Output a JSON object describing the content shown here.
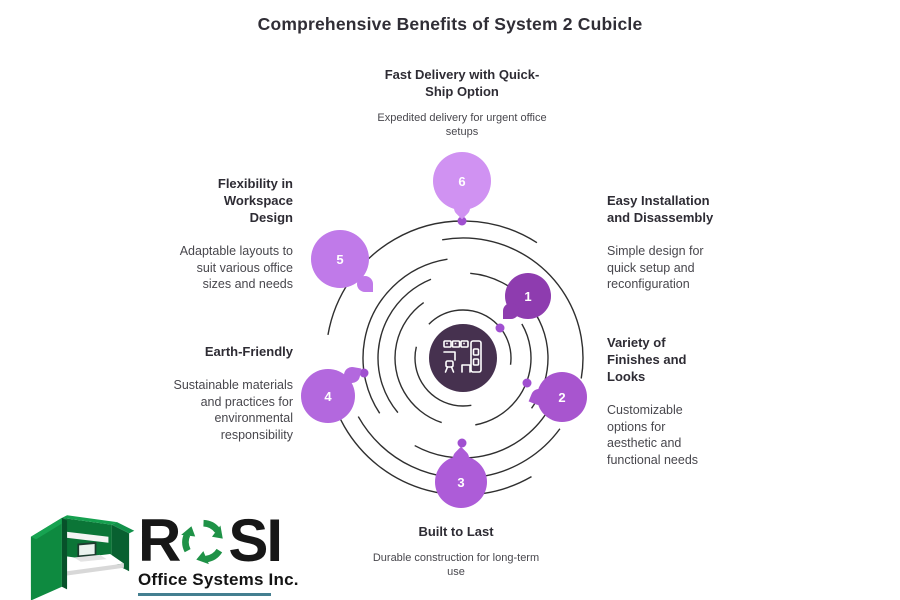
{
  "title": "Comprehensive Benefits of System 2 Cubicle",
  "diagram": {
    "center_icon": "cubicle-floorplan-icon",
    "arc_color": "#2f2f2f",
    "dot_color": "#a04fd0",
    "center_color": "#46314f",
    "nodes": [
      {
        "number": "1",
        "heading": "Easy Installation and Disassembly",
        "description": "Simple design for quick setup and reconfiguration",
        "color": "#8e3caf"
      },
      {
        "number": "2",
        "heading": "Variety of Finishes and Looks",
        "description": "Customizable options for aesthetic and functional needs",
        "color": "#a855cf"
      },
      {
        "number": "3",
        "heading": "Built to Last",
        "description": "Durable construction for long-term use",
        "color": "#ad5cd8"
      },
      {
        "number": "4",
        "heading": "Earth-Friendly",
        "description": "Sustainable materials and practices for environmental responsibility",
        "color": "#b368de"
      },
      {
        "number": "5",
        "heading": "Flexibility in Workspace Design",
        "description": "Adaptable layouts to suit various office sizes and needs",
        "color": "#c07ae9"
      },
      {
        "number": "6",
        "heading": "Fast Delivery with Quick-Ship Option",
        "description": "Expedited delivery for urgent office setups",
        "color": "#d092f2"
      }
    ]
  },
  "logo": {
    "brand_r": "R",
    "brand_si": "SI",
    "subtitle": "Office Systems Inc.",
    "green": "#0e8040",
    "recycle_color": "#1f9247",
    "underline_color": "#447f90"
  }
}
